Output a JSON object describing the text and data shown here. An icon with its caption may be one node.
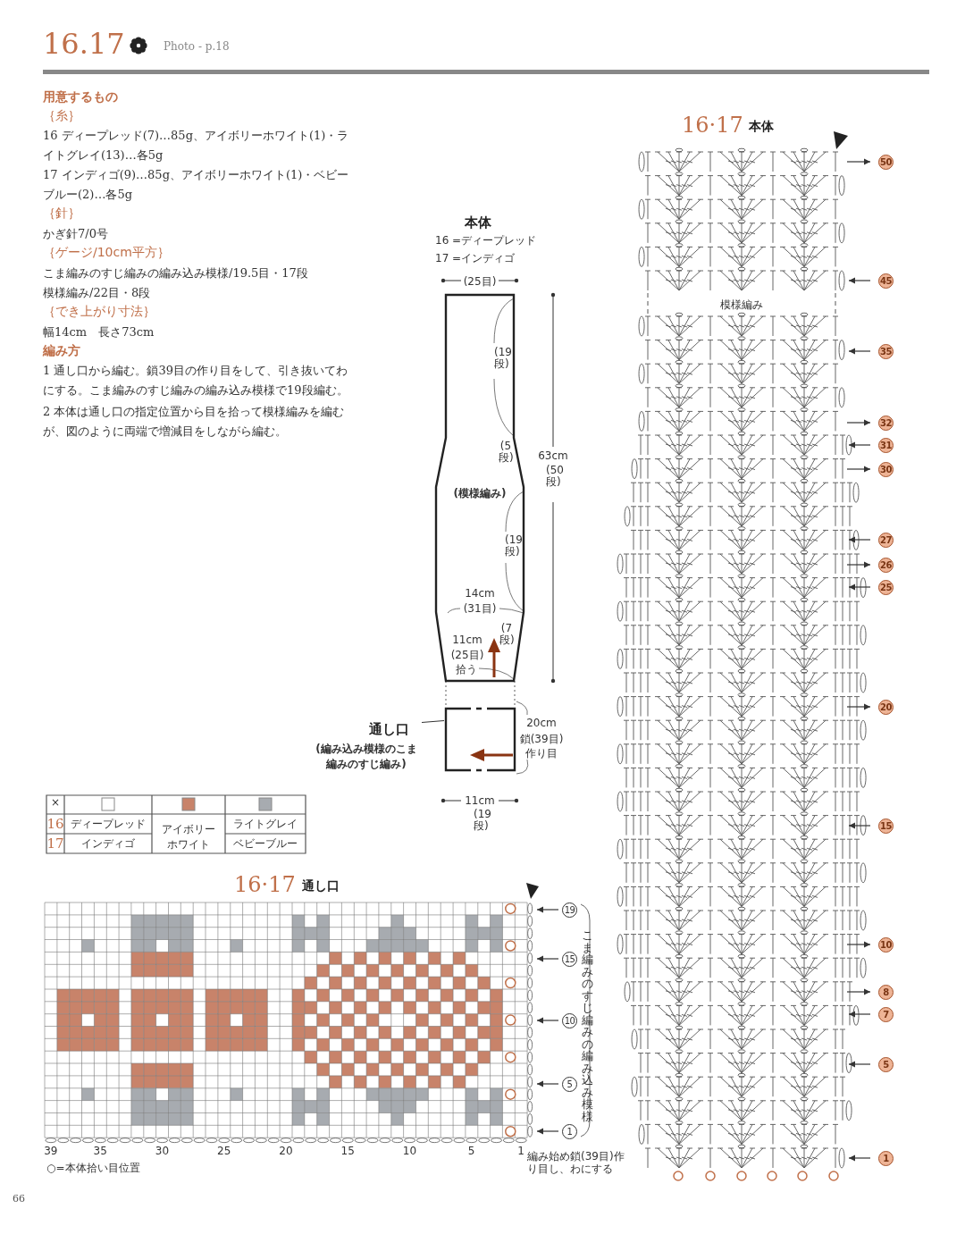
{
  "diagram": {
    "title": "16.17",
    "nodes": [
      {
        "text": [
          "(模様編み)"
        ]
      },
      {
        "text": [],
        "shape": "box"
      },
      {
        "text": [
          "通し口",
          "(編み込み模様のこま編みのすじ編み)"
        ]
      }
    ],
    "edges": [
      {
        "from": 2,
        "to": 1,
        "arrow": "none"
      },
      {
        "from": 0,
        "to": 1,
        "arrow": "none",
        "style": "dashed"
      },
      {
        "from": 0,
        "to": 1,
        "arrow": "none",
        "style": "dashed"
      }
    ],
    "labels": [
      "Photo - p.18",
      "用意するもの",
      "｛糸｝",
      "16 ディープレッド(7)…85g、アイボリーホワイト(1)・ライトグレイ(13)…各5g",
      "17 インディゴ(9)…85g、アイボリーホワイト(1)・ベビーブルー(2)…各5g",
      "｛針｝",
      "かぎ針7/0号",
      "｛ゲージ/10cm平方｝",
      "こま編みのすじ編みの編み込み模様/19.5目・17段",
      "模様編み/22目・8段",
      "｛でき上がり寸法｝",
      "幅14cm　長さ73cm",
      "編み方",
      "1 通し口から編む。鎖39目の作り目をして、引き抜いてわにする。こま編みのすじ編みの編み込み模様で19段編む。",
      "2 本体は通し口の指定位置から目を拾って模様編みを編むが、図のように両端で増減目をしながら編む。",
      "本体",
      "16 =ディープレッド",
      "17 =インディゴ",
      "(25目)",
      "(19段)",
      "(5段)",
      "63cm",
      "(50段)",
      "(19段)",
      "14cm",
      "(31目)",
      "(7段)",
      "11cm",
      "(25目)",
      "拾う",
      "20cm",
      "鎖(39目)",
      "作り目",
      "11cm",
      "(19段)",
      "×",
      "16",
      "ディープレッド",
      "アイボリーホワイト",
      "ライトグレイ",
      "17",
      "インディゴ",
      "ベビーブルー",
      "16·17",
      "通し口",
      "19",
      "15",
      "10",
      "5",
      "1",
      "こま編みのすじ編みの編み込み模様",
      "39",
      "35",
      "30",
      "25",
      "20",
      "15",
      "10",
      "5",
      "1",
      "○=本体拾い目位置",
      "編み始め鎖(39目)作り目し、わにする",
      "16·17",
      "本体",
      "模様編み",
      "50",
      "45",
      "35",
      "32",
      "31",
      "30",
      "27",
      "26",
      "25",
      "20",
      "15",
      "10",
      "8",
      "7",
      "5",
      "1",
      "66"
    ]
  }
}
